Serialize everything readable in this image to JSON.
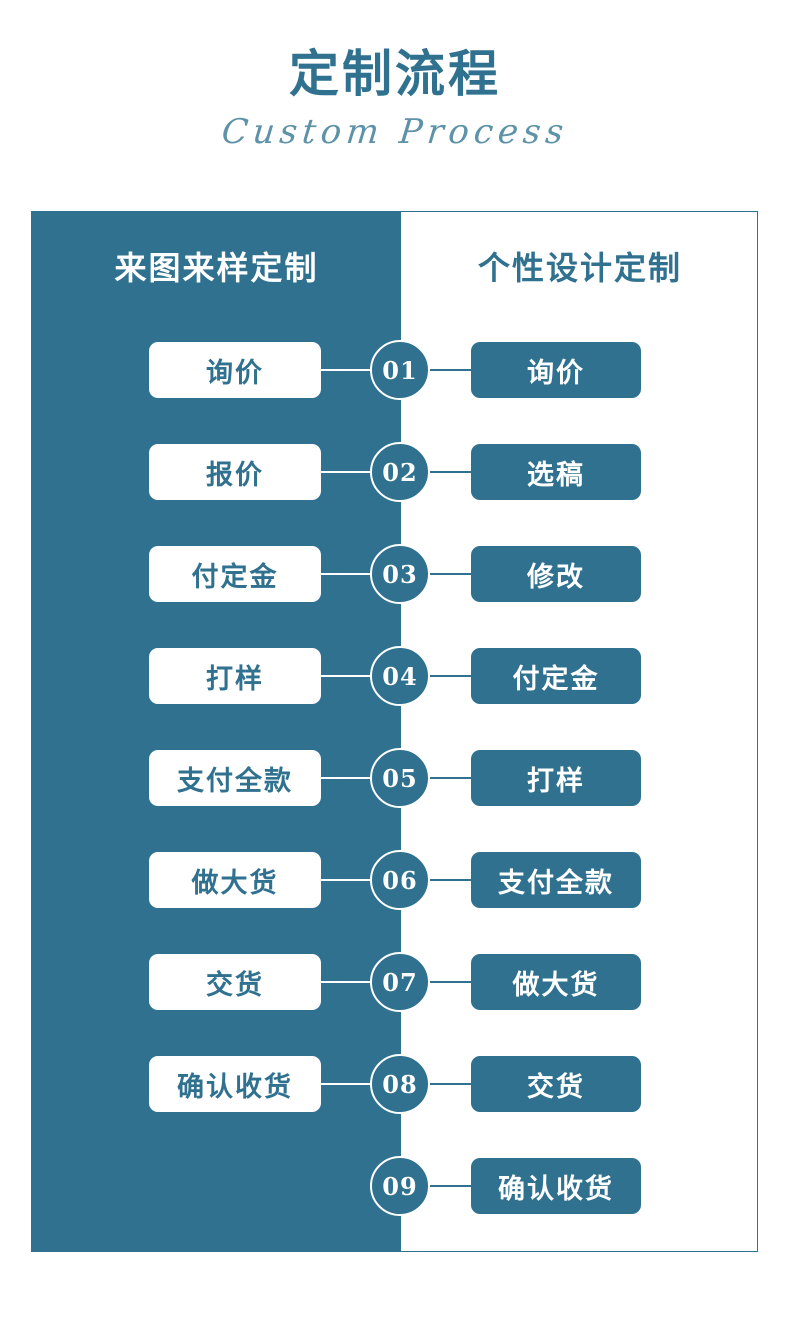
{
  "title": {
    "main": "定制流程",
    "sub": "Custom Process"
  },
  "colors": {
    "teal": "#2f718f",
    "teal_light": "#5e92a8",
    "white": "#ffffff"
  },
  "panel": {
    "headers": {
      "left": "来图来样定制",
      "right": "个性设计定制"
    }
  },
  "rows": [
    {
      "number": "01",
      "left": "询价",
      "right": "询价"
    },
    {
      "number": "02",
      "left": "报价",
      "right": "选稿"
    },
    {
      "number": "03",
      "left": "付定金",
      "right": "修改"
    },
    {
      "number": "04",
      "left": "打样",
      "right": "付定金"
    },
    {
      "number": "05",
      "left": "支付全款",
      "right": "打样"
    },
    {
      "number": "06",
      "left": "做大货",
      "right": "支付全款"
    },
    {
      "number": "07",
      "left": "交货",
      "right": "做大货"
    },
    {
      "number": "08",
      "left": "确认收货",
      "right": "交货"
    },
    {
      "number": "09",
      "left": "",
      "right": "确认收货"
    }
  ],
  "layout": {
    "row_top_start": 130,
    "row_pitch": 102
  }
}
